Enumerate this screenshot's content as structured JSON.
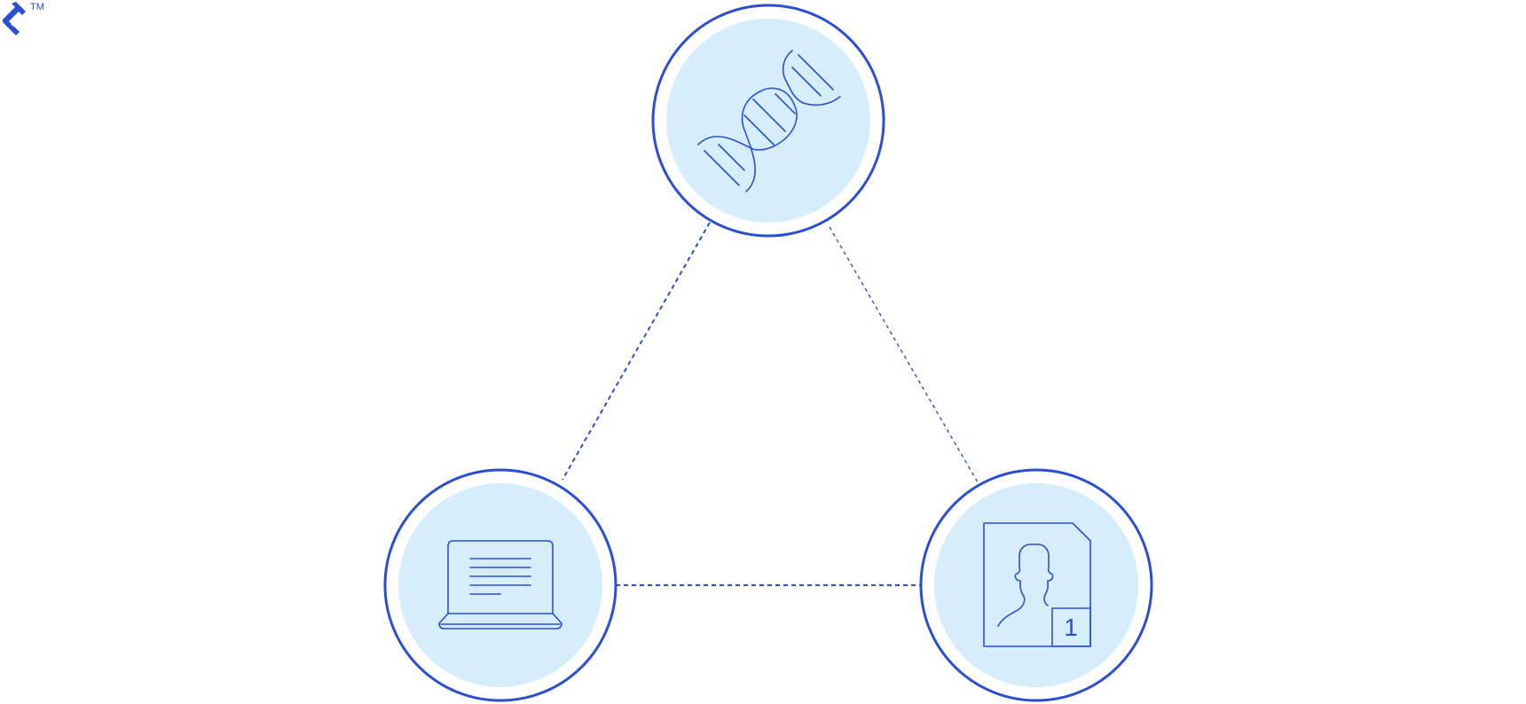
{
  "brand": {
    "logo_icon": "toptal-logo-icon",
    "trademark": "TM",
    "color": "#2a4fd0"
  },
  "diagram": {
    "accent_color": "#2a4fd0",
    "node_fill_color": "#d6edfb",
    "nodes": [
      {
        "id": "dna",
        "icon": "dna-helix-icon"
      },
      {
        "id": "laptop",
        "icon": "laptop-document-icon"
      },
      {
        "id": "profile",
        "icon": "profile-card-icon",
        "badge_text": "1"
      }
    ],
    "connections": [
      {
        "from": "dna",
        "to": "laptop",
        "style": "dashed"
      },
      {
        "from": "dna",
        "to": "profile",
        "style": "dashed"
      },
      {
        "from": "laptop",
        "to": "profile",
        "style": "dashed"
      }
    ]
  }
}
